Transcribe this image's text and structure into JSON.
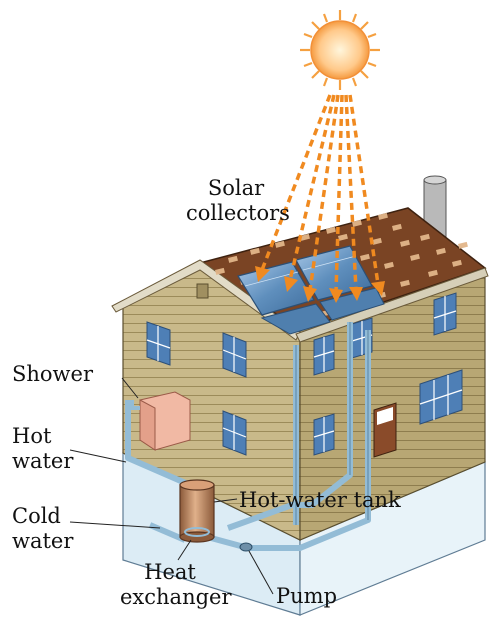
{
  "labels": {
    "solar_line1": "Solar",
    "solar_line2": "collectors",
    "shower": "Shower",
    "hot_line1": "Hot",
    "hot_line2": "water",
    "cold_line1": "Cold",
    "cold_line2": "water",
    "tank": "Hot-water tank",
    "heat_line1": "Heat",
    "heat_line2": "exchanger",
    "pump": "Pump"
  },
  "colors": {
    "sun_outer": "#f7a040",
    "sun_inner": "#fff0c8",
    "rays": "#f08a20",
    "siding": "#c9b98a",
    "siding_dark": "#a99862",
    "roof": "#7a4424",
    "roof_shingle": "#e0b48a",
    "foundation": "#ddeef7",
    "pipe": "#93bcd6",
    "collector": "#5f8fbd",
    "window": "#4e7fb6",
    "tank": "#b9835c",
    "shower": "#e8a890"
  }
}
